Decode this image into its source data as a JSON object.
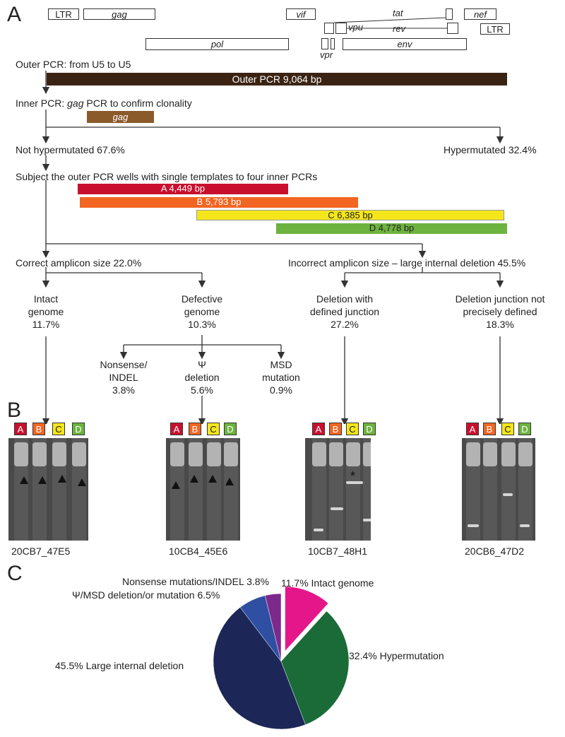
{
  "panels": {
    "a": "A",
    "b": "B",
    "c": "C"
  },
  "genome": {
    "ltr5": "LTR",
    "gag": "gag",
    "vif": "vif",
    "tat": "tat",
    "nef": "nef",
    "vpu": "vpu",
    "rev": "rev",
    "ltr3": "LTR",
    "pol": "pol",
    "vpr": "vpr",
    "env": "env"
  },
  "steps": {
    "outer_pcr": "Outer PCR: from U5 to U5",
    "outer_bar": "Outer PCR 9,064 bp",
    "inner_pcr_prefix": "Inner PCR: ",
    "inner_pcr_gene": "gag",
    "inner_pcr_suffix": " PCR to confirm clonality",
    "gag_bar": "gag",
    "not_hyper": "Not hypermutated 67.6%",
    "hyper": "Hypermutated 32.4%",
    "subject": "Subject the outer PCR wells with single templates to four inner PCRs",
    "pcr_a": "A 4,449 bp",
    "pcr_b": "B 5,793 bp",
    "pcr_c": "C 6,385 bp",
    "pcr_d": "D 4,778 bp",
    "correct": "Correct amplicon size 22.0%",
    "incorrect": "Incorrect amplicon size – large internal deletion 45.5%",
    "intact_1": "Intact",
    "intact_2": "genome",
    "intact_3": "11.7%",
    "defective_1": "Defective",
    "defective_2": "genome",
    "defective_3": "10.3%",
    "defjunc_1": "Deletion with",
    "defjunc_2": "defined junction",
    "defjunc_3": "27.2%",
    "undef_1": "Deletion junction not",
    "undef_2": "precisely defined",
    "undef_3": "18.3%",
    "nonsense_1": "Nonsense/",
    "nonsense_2": "INDEL",
    "nonsense_3": "3.8%",
    "psi_1": "Ψ",
    "psi_2": "deletion",
    "psi_3": "5.6%",
    "msd_1": "MSD",
    "msd_2": "mutation",
    "msd_3": "0.9%"
  },
  "lane_labels": [
    "A",
    "B",
    "C",
    "D"
  ],
  "lane_colors": [
    "#c8102e",
    "#f26522",
    "#f5e61b",
    "#6db33f"
  ],
  "gels": [
    {
      "name": "20CB7_47E5"
    },
    {
      "name": "10CB4_45E6"
    },
    {
      "name": "10CB7_48H1",
      "mark": "*"
    },
    {
      "name": "20CB6_47D2"
    }
  ],
  "pie": {
    "slices": [
      {
        "label": "11.7% Intact genome",
        "value": 11.7,
        "color": "#e5168a"
      },
      {
        "label": "32.4% Hypermutation",
        "value": 32.4,
        "color": "#1a6b38"
      },
      {
        "label": "45.5% Large internal deletion",
        "value": 45.5,
        "color": "#1c2757"
      },
      {
        "label": "Ψ/MSD deletion/or mutation 6.5%",
        "value": 6.5,
        "color": "#2f4fa2"
      },
      {
        "label": "Nonsense mutations/INDEL 3.8%",
        "value": 3.8,
        "color": "#7b2a8c"
      }
    ]
  },
  "colors": {
    "outer_bar": "#3b2314",
    "gag_bar": "#8b5a2b",
    "connector": "#333333"
  }
}
